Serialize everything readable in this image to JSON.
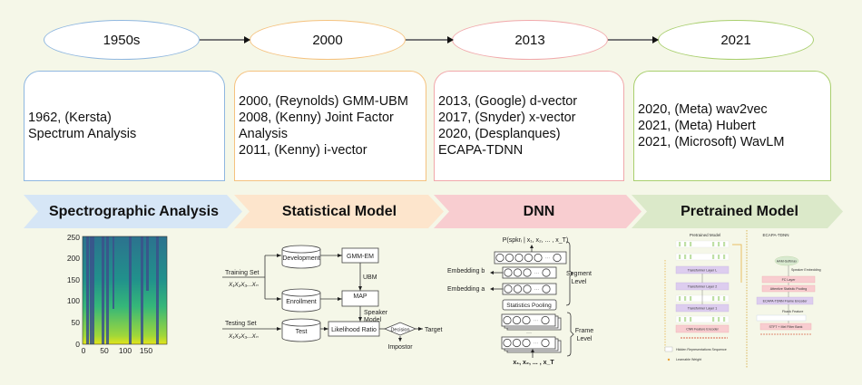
{
  "timeline": [
    {
      "era": "1950s",
      "color": "#8fb7e0",
      "chevron_color": "#d6e6f6",
      "phase": "Spectrographic Analysis",
      "works": [
        "1962, (Kersta)",
        "Spectrum Analysis"
      ]
    },
    {
      "era": "2000",
      "color": "#f5c27f",
      "chevron_color": "#fde5cc",
      "phase": "Statistical Model",
      "works": [
        "2000, (Reynolds) GMM-UBM",
        "2008, (Kenny) Joint Factor",
        "Analysis",
        "2011, (Kenny) i-vector"
      ]
    },
    {
      "era": "2013",
      "color": "#f1a8ab",
      "chevron_color": "#f8cdd0",
      "phase": "DNN",
      "works": [
        "2013, (Google) d-vector",
        "2017, (Snyder) x-vector",
        "2020, (Desplanques)",
        "ECAPA-TDNN"
      ]
    },
    {
      "era": "2021",
      "color": "#a9cf6e",
      "chevron_color": "#dbe9c9",
      "phase": "Pretrained Model",
      "works": [
        "2020, (Meta) wav2vec",
        "2021, (Meta) Hubert",
        "2021, (Microsoft) WavLM"
      ]
    }
  ],
  "spectrogram": {
    "y_ticks": [
      "250",
      "200",
      "150",
      "100",
      "50",
      "0"
    ],
    "x_ticks": [
      "0",
      "50",
      "100",
      "150"
    ]
  },
  "gmm_diagram": {
    "training_set": "Training Set",
    "training_seq": "X₁X₂X₃...Xₙ",
    "testing_set": "Testing Set",
    "testing_seq": "X₁X₂X₃...Xₙ",
    "development": "Development",
    "enrollment": "Enrollment",
    "test": "Test",
    "gmm_em": "GMM-EM",
    "ubm": "UBM",
    "map": "MAP",
    "speaker_model_1": "Speaker",
    "speaker_model_2": "Model",
    "likelihood_ratio": "Likelihood Ratio",
    "decision": "Decision",
    "target": "Target",
    "impostor": "Impostor"
  },
  "dnn_diagram": {
    "output": "P(spkrᵢ | x₁, x₂, ... , x_T)",
    "embedding_b": "Embedding b",
    "embedding_a": "Embedding a",
    "statistics_pooling": "Statistics Pooling",
    "segment_level_1": "Segment",
    "segment_level_2": "Level",
    "frame_level_1": "Frame",
    "frame_level_2": "Level",
    "input": "x₁, x₂, ... , x_T",
    "ellipsis": "···"
  },
  "pretrained_diagram": {
    "left_title": "Pretrained Model",
    "right_title": "ECAPA-TDNN",
    "transformer_L": "Transformer Layer L",
    "transformer_2": "Transformer Layer 2",
    "transformer_1": "Transformer Layer 1",
    "cnn_encoder": "CNN Feature Encoder",
    "legend_hidden": "Hidden Representations Sequence",
    "legend_weight": "Learnable Weight",
    "aam_softmax": "AAM-Softmax",
    "speaker_embedding": "Speaker Embedding",
    "fc_layer": "FC Layer",
    "attentive_pooling": "Attentive Statistic Pooling",
    "ecapa_encoder": "ECAPA-TDNN Frame Encoder",
    "fbank_feature": "Fbank Feature",
    "stft": "STFT + Mel Filter Bank",
    "weight_symbol": "w"
  }
}
